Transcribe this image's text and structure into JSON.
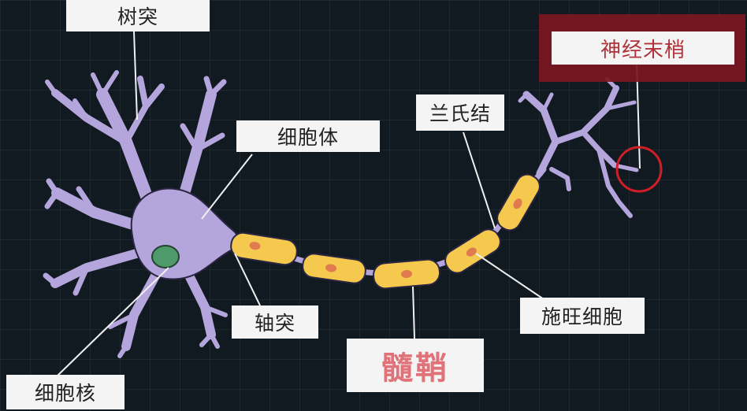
{
  "labels": {
    "dendrite": "树突",
    "cell_body": "细胞体",
    "nucleus": "细胞核",
    "axon": "轴突",
    "myelin": "髓鞘",
    "node_of_ranvier": "兰氏结",
    "schwann_cell": "施旺细胞",
    "axon_terminal": "神经末梢"
  },
  "colors": {
    "background": "#111a21",
    "neuron": "#b4a6dc",
    "neuron_outline": "#2a2540",
    "nucleus": "#4f9a6a",
    "myelin": "#f5c94e",
    "myelin_nucleus": "#e07a4f",
    "highlight": "#7a1820",
    "circle_marker": "#d01e26",
    "myelin_text": "#e0737a",
    "terminal_text": "#b0323a"
  }
}
